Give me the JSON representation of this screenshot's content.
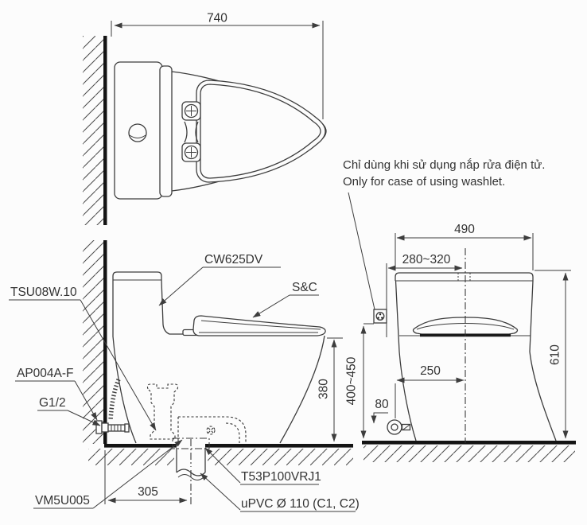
{
  "note": {
    "vi": "Chỉ dùng khi sử dụng nắp rửa điện tử.",
    "en": "Only for case of using washlet."
  },
  "labels": {
    "tank_model": "CW625DV",
    "seat_model": "S&C",
    "fill_valve": "TSU08W.10",
    "angle_valve": "AP004A-F",
    "thread": "G1/2",
    "connector": "VM5U005",
    "flange": "T53P100VRJ1",
    "drain_pipe": "uPVC Ø 110 (C1, C2)"
  },
  "dims": {
    "overall_depth": "740",
    "tank_width": "490",
    "supply_range": "280~320",
    "overall_height": "610",
    "seat_height": "380",
    "outlet_height": "400~450",
    "supply_offset": "250",
    "supply_height": "80",
    "rough_in": "305"
  }
}
